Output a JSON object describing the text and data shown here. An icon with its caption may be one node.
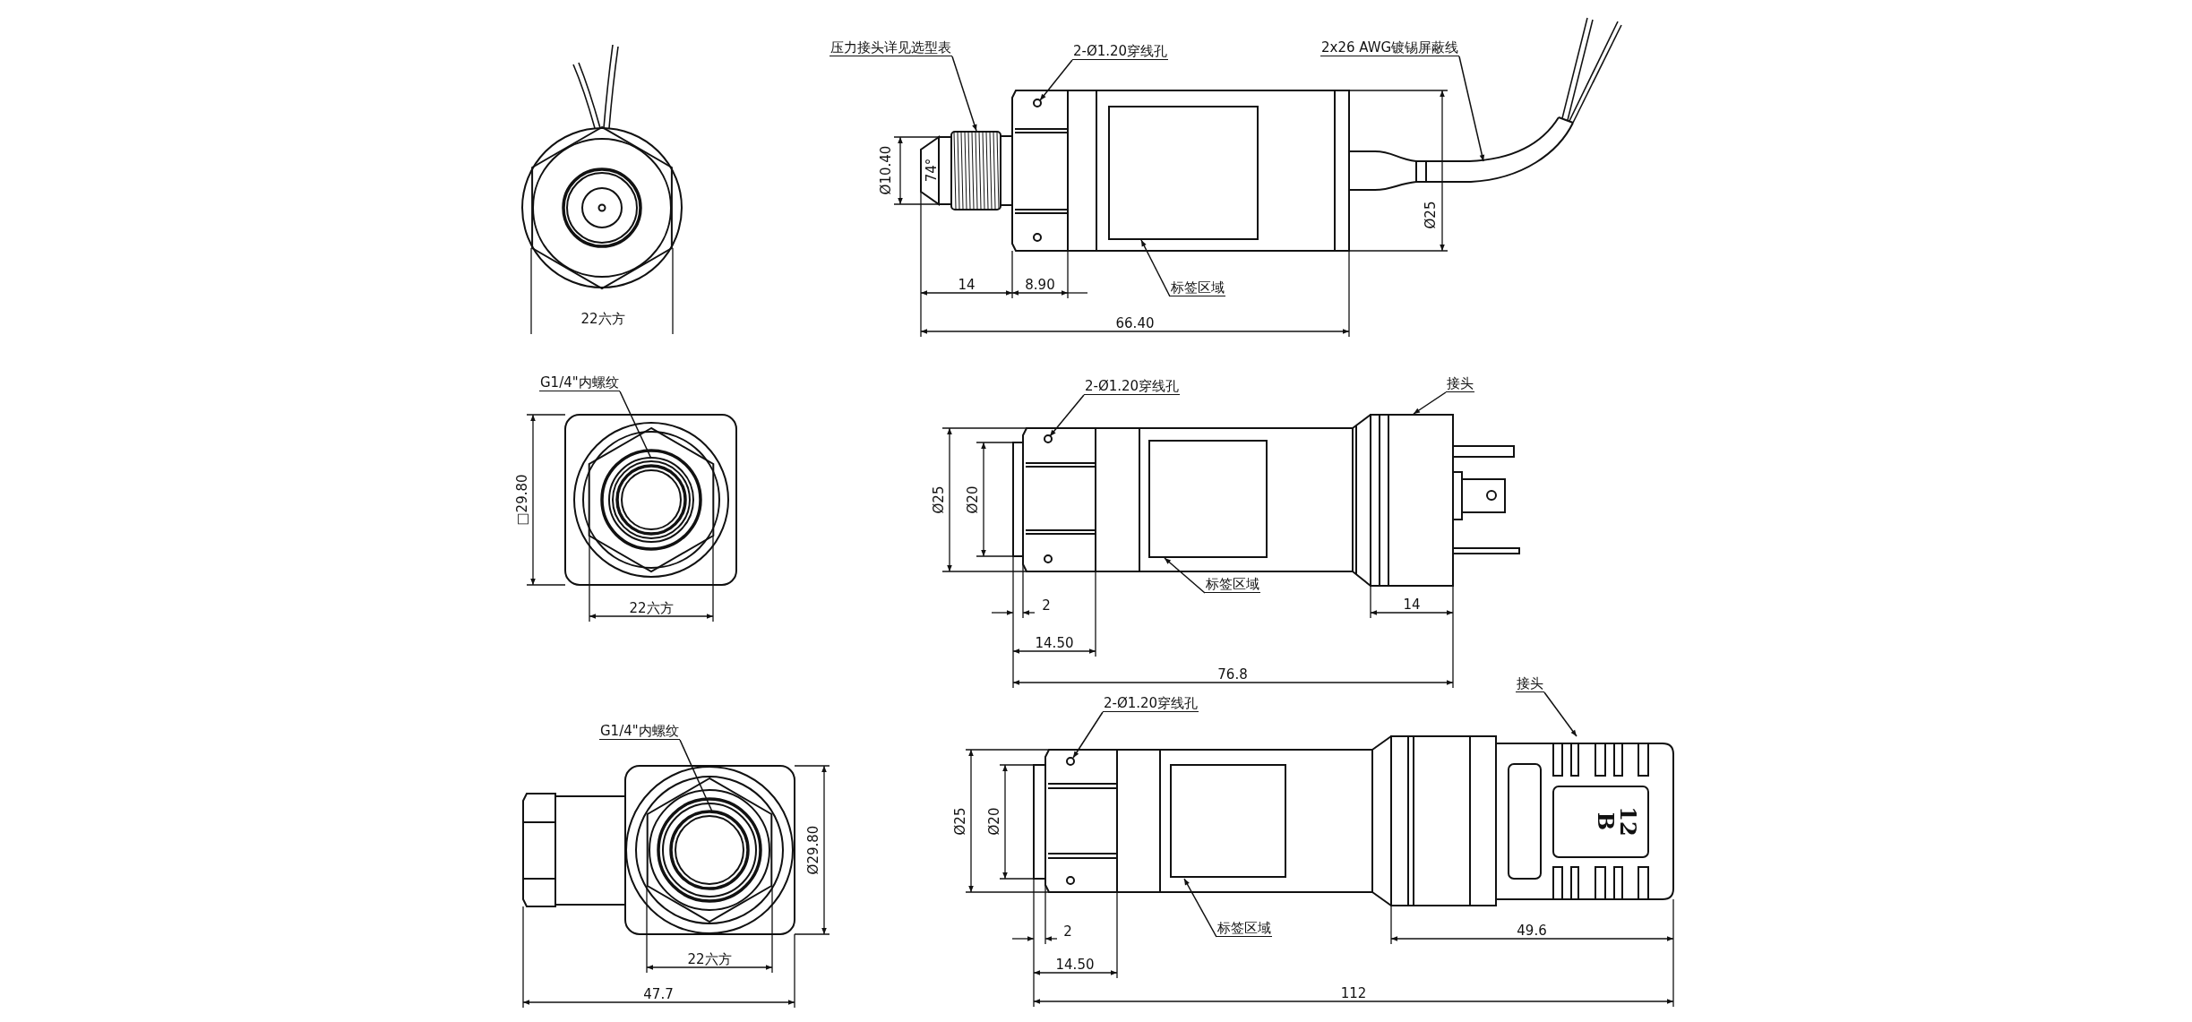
{
  "diagram": {
    "nodes": [
      {
        "text": [
          "压力接头详见选型表"
        ]
      },
      {
        "text": [
          "2-Ø1.20穿线孔"
        ]
      },
      {
        "text": [
          "2x26 AWG镀锡屏蔽线"
        ]
      },
      {
        "text": [
          "标签区域"
        ]
      },
      {
        "text": [
          "G1/4\"内螺纹"
        ]
      },
      {
        "text": [
          "2-Ø1.20穿线孔"
        ]
      },
      {
        "text": [
          "接头"
        ]
      },
      {
        "text": [
          "标签区域"
        ]
      },
      {
        "text": [
          "G1/4\"内螺纹"
        ]
      },
      {
        "text": [
          "2-Ø1.20穿线孔"
        ]
      },
      {
        "text": [
          "接头"
        ]
      },
      {
        "text": [
          "标签区域"
        ]
      },
      {
        "text": [],
        "shape": "box"
      },
      {
        "text": [],
        "shape": "box"
      }
    ],
    "edges": [
      {
        "from": 0,
        "to": null,
        "arrow": "to"
      },
      {
        "from": 1,
        "to": null,
        "arrow": "to"
      },
      {
        "from": 2,
        "to": null,
        "arrow": "to"
      },
      {
        "from": 3,
        "to": null,
        "arrow": "to"
      },
      {
        "from": 4,
        "to": null,
        "arrow": "none"
      },
      {
        "from": 5,
        "to": null,
        "arrow": "to"
      },
      {
        "from": 6,
        "to": 12,
        "arrow": "to"
      },
      {
        "from": 7,
        "to": null,
        "arrow": "to"
      },
      {
        "from": 8,
        "to": null,
        "arrow": "none"
      },
      {
        "from": 9,
        "to": null,
        "arrow": "to"
      },
      {
        "from": 10,
        "to": 13,
        "arrow": "to"
      },
      {
        "from": 11,
        "to": null,
        "arrow": "to"
      }
    ],
    "labels": [
      "22六方",
      "Ø10.40",
      "74°",
      "Ø25",
      "14",
      "8.90",
      "66.40",
      "□29.80",
      "Ø25",
      "Ø20",
      "22六方",
      "2",
      "14",
      "14.50",
      "76.8",
      "Ø29.80",
      "12",
      "B",
      "Ø25",
      "Ø20",
      "2",
      "49.6",
      "22六方",
      "14.50",
      "47.7",
      "112"
    ]
  }
}
